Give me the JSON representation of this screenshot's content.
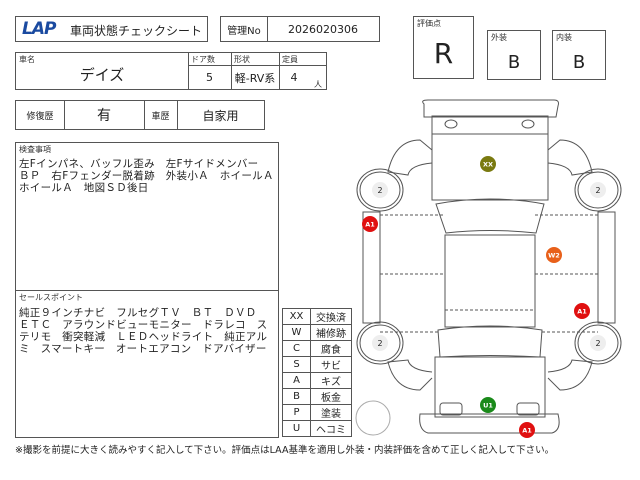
{
  "header": {
    "logo": "LAP",
    "title": "車両状態チェックシート",
    "control_no_label": "管理No",
    "control_no": "2026020306"
  },
  "grades": {
    "overall_label": "評価点",
    "overall": "R",
    "exterior_label": "外装",
    "exterior": "B",
    "interior_label": "内装",
    "interior": "B"
  },
  "vehicle": {
    "name_label": "車名",
    "name": "デイズ",
    "doors_label": "ドア数",
    "doors": "5",
    "shape_label": "形状",
    "shape": "軽-RV系",
    "capacity_label": "定員",
    "capacity": "4",
    "capacity_unit": "人"
  },
  "history": {
    "repair_label": "修復歴",
    "repair": "有",
    "usage_label": "車歴",
    "usage": "自家用"
  },
  "inspection": {
    "label": "検査事項",
    "text": "左Fインパネ、バッフル歪み　左Fサイドメンバー　ＢＰ　右Fフェンダー脱着跡　外装小Ａ　ホイールＡ　ホイールＡ　地図ＳＤ後日"
  },
  "sales_points": {
    "label": "セールスポイント",
    "text": "純正９インチナビ　フルセグＴＶ　ＢＴ　ＤＶＤ　ＥＴＣ　アラウンドビューモニター　ドラレコ　ステリモ　衝突軽減　ＬＥＤヘッドライト　純正アルミ　スマートキー　オートエアコン　ドアバイザー"
  },
  "legend": [
    {
      "code": "XX",
      "meaning": "交換済"
    },
    {
      "code": "W",
      "meaning": "補修跡"
    },
    {
      "code": "C",
      "meaning": "腐食"
    },
    {
      "code": "S",
      "meaning": "サビ"
    },
    {
      "code": "A",
      "meaning": "キズ"
    },
    {
      "code": "B",
      "meaning": "板金"
    },
    {
      "code": "P",
      "meaning": "塗装"
    },
    {
      "code": "U",
      "meaning": "ヘコミ"
    }
  ],
  "diagram": {
    "tires": [
      "2",
      "2",
      "2",
      "2"
    ],
    "markers": [
      {
        "code": "XX",
        "location": "hood",
        "color": "#7a7a10"
      },
      {
        "code": "A1",
        "location": "left-front-side",
        "color": "#e01010"
      },
      {
        "code": "W2",
        "location": "right-front-door",
        "color": "#e8601a"
      },
      {
        "code": "A1",
        "location": "right-rear-door",
        "color": "#e01010"
      },
      {
        "code": "U1",
        "location": "rear-gate",
        "color": "#1a8a1a"
      },
      {
        "code": "A1",
        "location": "rear-bumper",
        "color": "#e01010"
      }
    ]
  },
  "footer": "※撮影を前提に大きく読みやすく記入して下さい。評価点はLAA基準を適用し外装・内装評価を含めて正しく記入して下さい。"
}
